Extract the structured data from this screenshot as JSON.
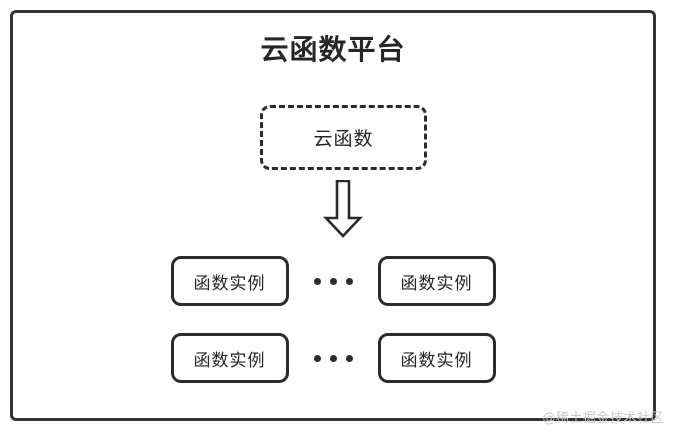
{
  "diagram": {
    "title": "云函数平台",
    "border_color": "#333333",
    "background_color": "#ffffff",
    "cloud_function": {
      "label": "云函数",
      "border_style": "dashed",
      "border_color": "#2b2b2b"
    },
    "arrow": {
      "name": "down-block-arrow",
      "direction": "down",
      "color": "#2b2b2b"
    },
    "rows": [
      {
        "left_instance": "函数实例",
        "ellipsis": "•••",
        "right_instance": "函数实例"
      },
      {
        "left_instance": "函数实例",
        "ellipsis": "•••",
        "right_instance": "函数实例"
      }
    ],
    "watermark": "@稀土掘金技术社区",
    "watermark_color": "#c9c9c9"
  }
}
